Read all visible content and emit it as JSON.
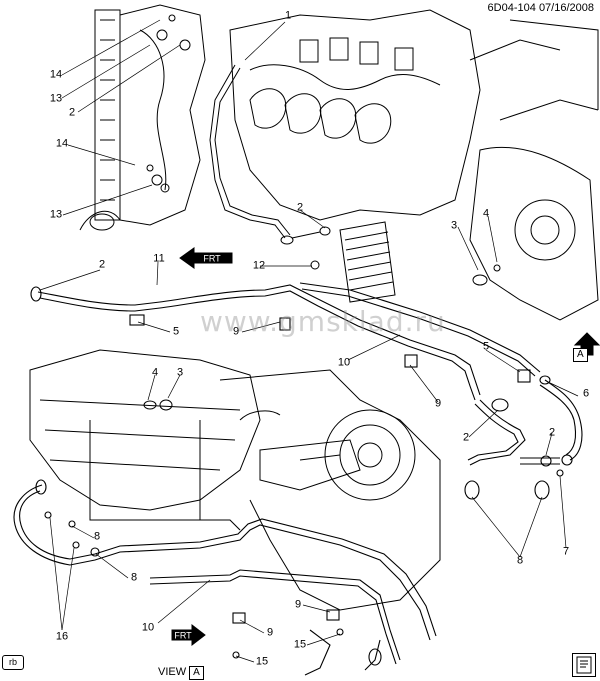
{
  "header": {
    "code": "6D04-104",
    "date": "07/16/2008"
  },
  "watermark": "www.gmsklad.ru",
  "footer": {
    "rb_label": "rb",
    "view_label": "VIEW",
    "view_letter": "A"
  },
  "view_marker": "A",
  "frt_label": "FRT",
  "callouts": [
    "1",
    "2",
    "3",
    "4",
    "5",
    "6",
    "7",
    "8",
    "9",
    "10",
    "11",
    "12",
    "13",
    "14",
    "15",
    "16"
  ],
  "colors": {
    "ink": "#000000",
    "watermark": "#9a9a9a"
  }
}
